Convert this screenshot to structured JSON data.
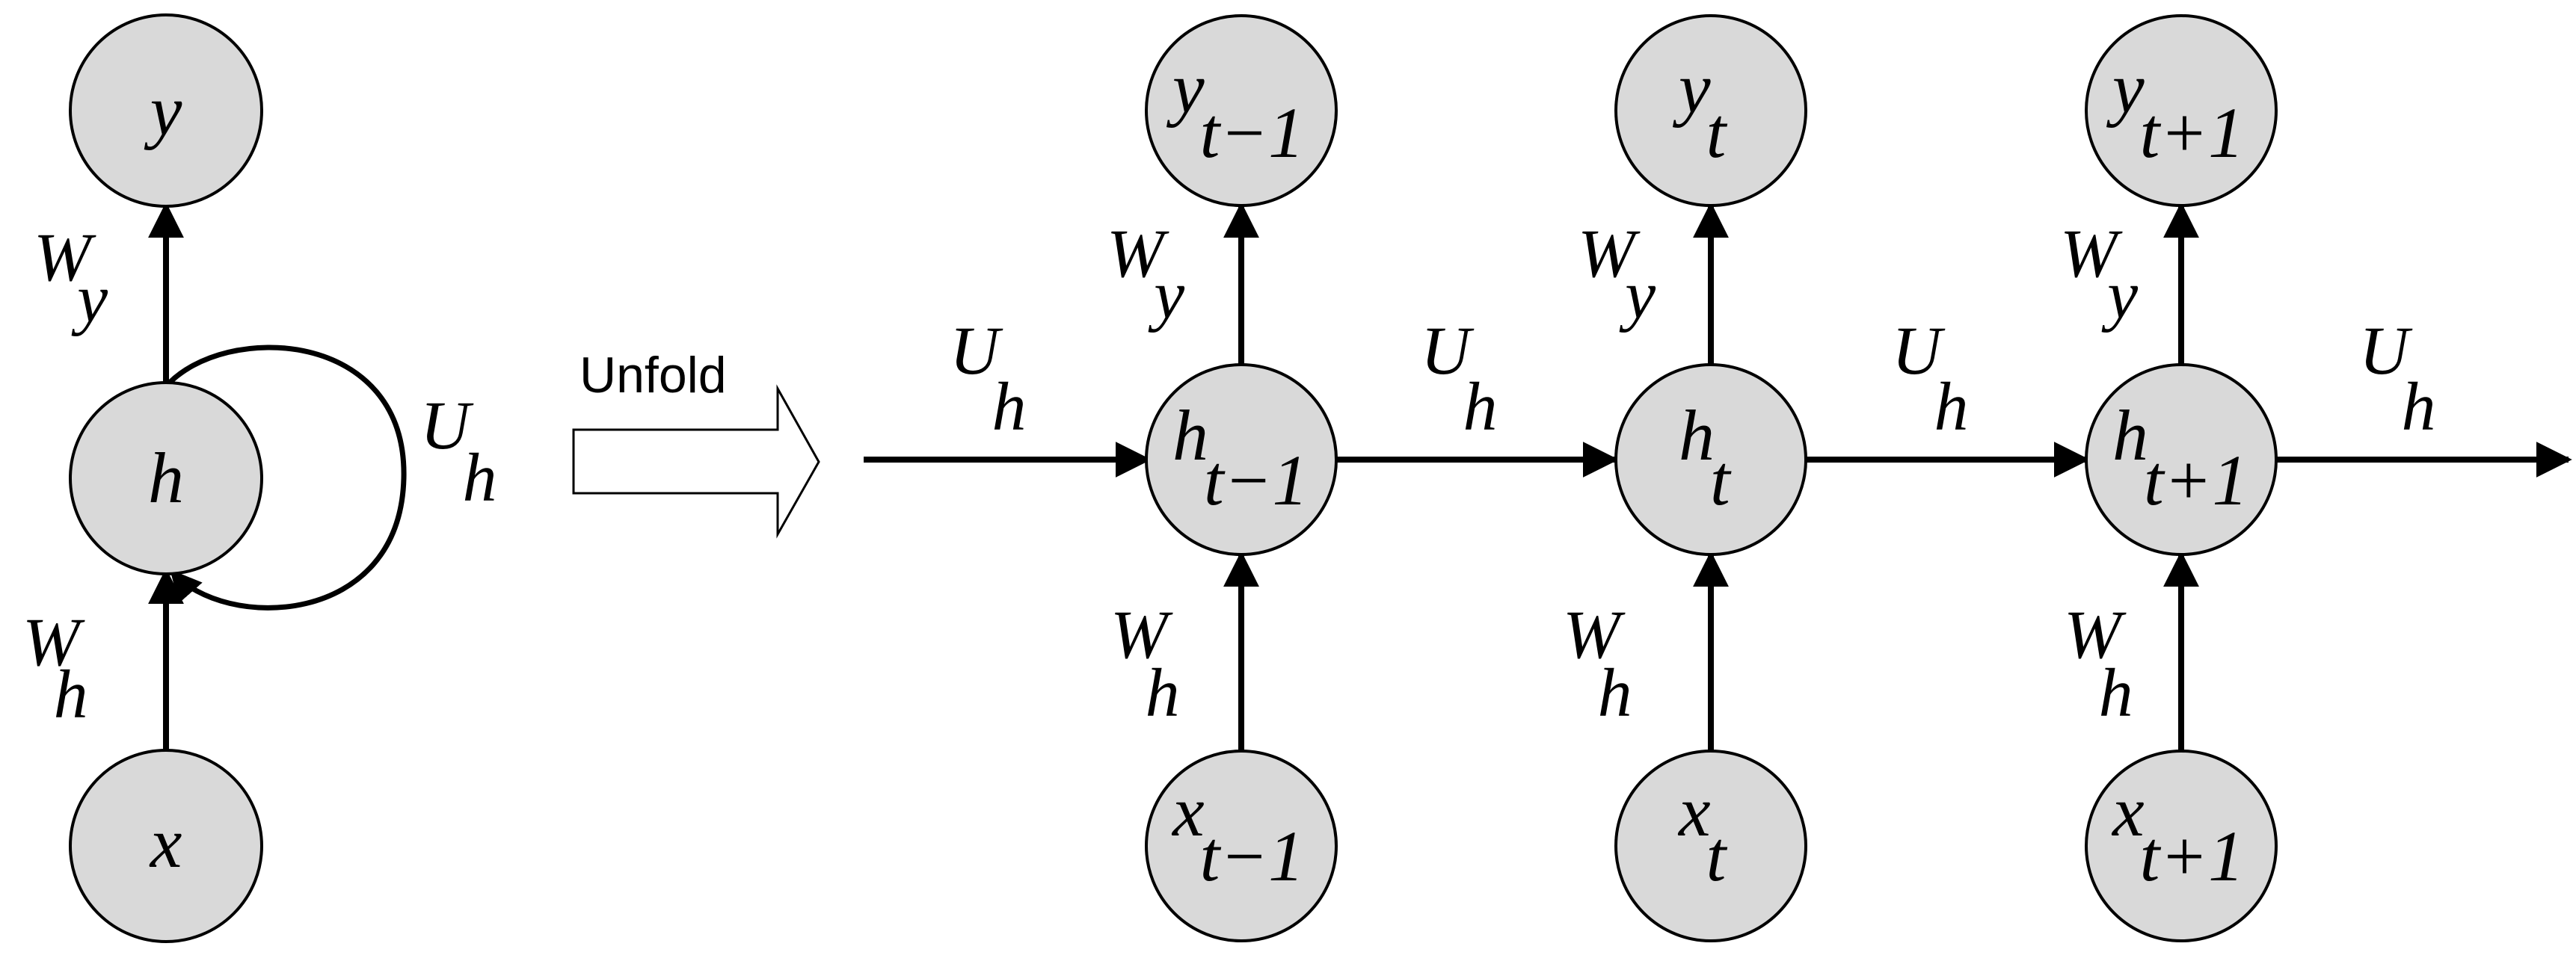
{
  "folded": {
    "nodes": {
      "y": {
        "base": "y",
        "sub": ""
      },
      "h": {
        "base": "h",
        "sub": ""
      },
      "x": {
        "base": "x",
        "sub": ""
      }
    },
    "labels": {
      "wy": {
        "base": "W",
        "sub": "y"
      },
      "wh": {
        "base": "W",
        "sub": "h"
      },
      "uh": {
        "base": "U",
        "sub": "h"
      }
    }
  },
  "unfold_label": "Unfold",
  "unfolded": {
    "steps": [
      {
        "y": {
          "base": "y",
          "sub": "t−1"
        },
        "h": {
          "base": "h",
          "sub": "t−1"
        },
        "x": {
          "base": "x",
          "sub": "t−1"
        },
        "wy": {
          "base": "W",
          "sub": "y"
        },
        "wh": {
          "base": "W",
          "sub": "h"
        }
      },
      {
        "y": {
          "base": "y",
          "sub": "t"
        },
        "h": {
          "base": "h",
          "sub": "t"
        },
        "x": {
          "base": "x",
          "sub": "t"
        },
        "wy": {
          "base": "W",
          "sub": "y"
        },
        "wh": {
          "base": "W",
          "sub": "h"
        }
      },
      {
        "y": {
          "base": "y",
          "sub": "t+1"
        },
        "h": {
          "base": "h",
          "sub": "t+1"
        },
        "x": {
          "base": "x",
          "sub": "t+1"
        },
        "wy": {
          "base": "W",
          "sub": "y"
        },
        "wh": {
          "base": "W",
          "sub": "h"
        }
      }
    ],
    "recurrent_labels": [
      {
        "base": "U",
        "sub": "h"
      },
      {
        "base": "U",
        "sub": "h"
      },
      {
        "base": "U",
        "sub": "h"
      },
      {
        "base": "U",
        "sub": "h"
      }
    ]
  }
}
